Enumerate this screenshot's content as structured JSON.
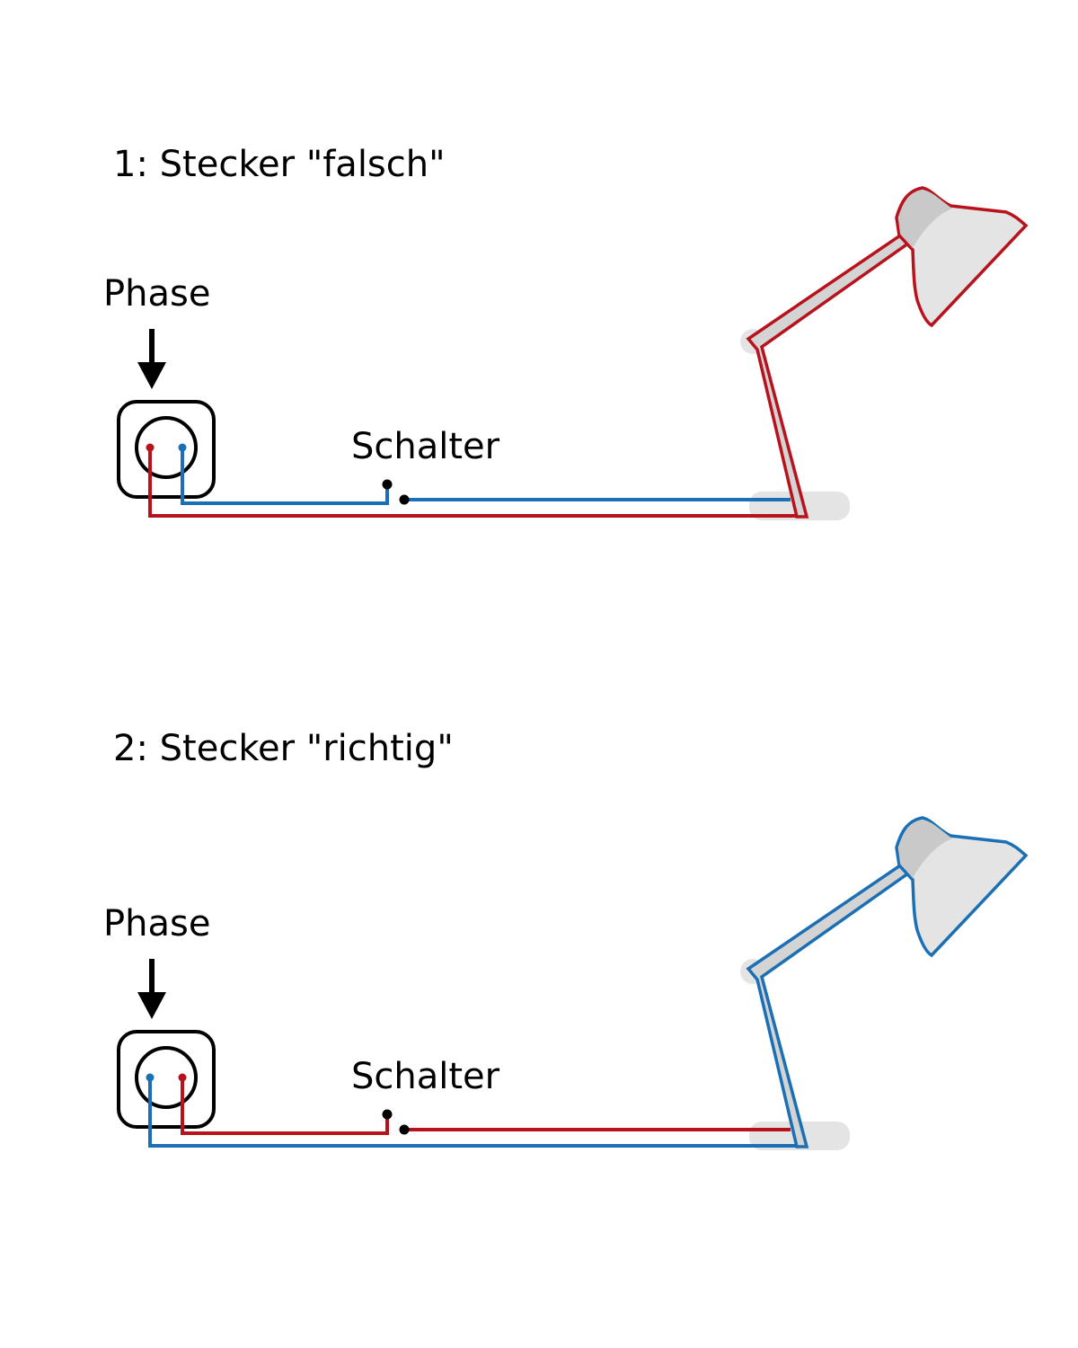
{
  "colors": {
    "phase": "#b8121c",
    "neutral": "#1a6fb5",
    "lamp_gray": "#e4e4e4",
    "lamp_dark": "#cdcdcd",
    "ink": "#000000"
  },
  "panels": [
    {
      "title": "1: Stecker \"falsch\"",
      "phase_label": "Phase",
      "switch_label": "Schalter",
      "left_pin": "phase",
      "right_pin": "neutral"
    },
    {
      "title": "2: Stecker \"richtig\"",
      "phase_label": "Phase",
      "switch_label": "Schalter",
      "left_pin": "neutral",
      "right_pin": "phase"
    }
  ]
}
